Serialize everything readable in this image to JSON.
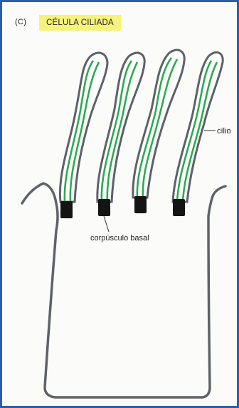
{
  "panel": {
    "tag": "(C)",
    "title": "CÉLULA CILIADA"
  },
  "labels": {
    "cilia": "cílio",
    "basal_body": "corpúsculo basal"
  },
  "colors": {
    "title_highlight": "#f6f27a",
    "cilium_outline": "#5d6168",
    "cilium_microtubule": "#2cab4f",
    "basal_body": "#141414",
    "cell_membrane": "#5f6369",
    "frame_border": "#2a5fa8"
  }
}
